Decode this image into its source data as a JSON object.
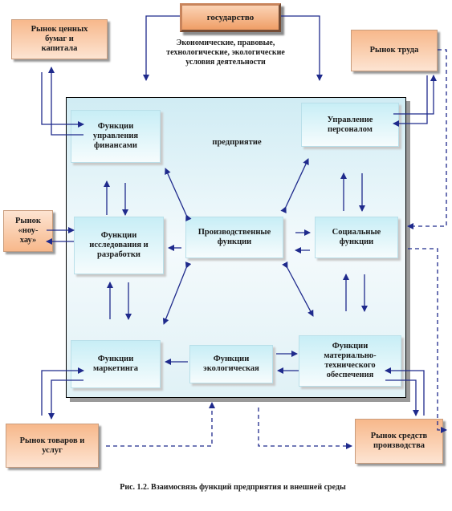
{
  "state": "государство",
  "state_influence": "Экономические, правовые, технологические, экологические условия деятельности",
  "enterprise": "предприятие",
  "markets": {
    "securities": "Рынок ценных бумаг и капитала",
    "labor": "Рынок труда",
    "knowhow": "Рынок «ноу-хау»",
    "goods": "Рынок товаров и услуг",
    "means": "Рынок средств производства"
  },
  "functions": {
    "finance": "Функции управления финансами",
    "personnel": "Управление персоналом",
    "research": "Функции исследования и разработки",
    "production": "Производственные функции",
    "social": "Социальные функции",
    "marketing": "Функции маркетинга",
    "ecology": "Функции экологическая",
    "supply": "Функции материально-технического обеспечения"
  },
  "caption": "Рис. 1.2. Взаимосвязь функций предприятия и внешней среды"
}
